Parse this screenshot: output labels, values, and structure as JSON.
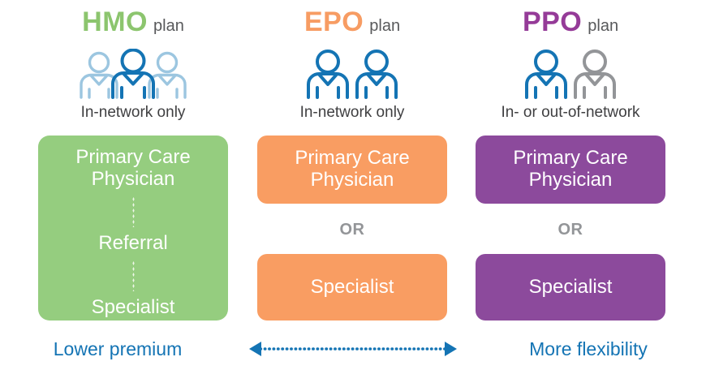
{
  "columns": [
    {
      "abbr": "HMO",
      "word": "plan",
      "abbr_color": "#8cc56e",
      "network": "In-network only",
      "icon": "three-people-icon",
      "card_color": "#95cd7f",
      "layout": "chain",
      "steps": [
        "Primary Care Physician",
        "Referral",
        "Specialist"
      ]
    },
    {
      "abbr": "EPO",
      "word": "plan",
      "abbr_color": "#f79c63",
      "network": "In-network only",
      "icon": "two-people-icon",
      "card_color": "#f99d62",
      "layout": "split",
      "top_card": "Primary Care Physician",
      "connector": "OR",
      "bottom_card": "Specialist"
    },
    {
      "abbr": "PPO",
      "word": "plan",
      "abbr_color": "#953b98",
      "network": "In- or out-of-network",
      "icon": "two-people-one-gray-icon",
      "card_color": "#8c4a9c",
      "layout": "split",
      "top_card": "Primary Care Physician",
      "connector": "OR",
      "bottom_card": "Specialist"
    }
  ],
  "bottom": {
    "left_label": "Lower premium",
    "right_label": "More flexibility",
    "arrow": "double-headed-dotted-arrow",
    "accent_color": "#1474b4"
  }
}
